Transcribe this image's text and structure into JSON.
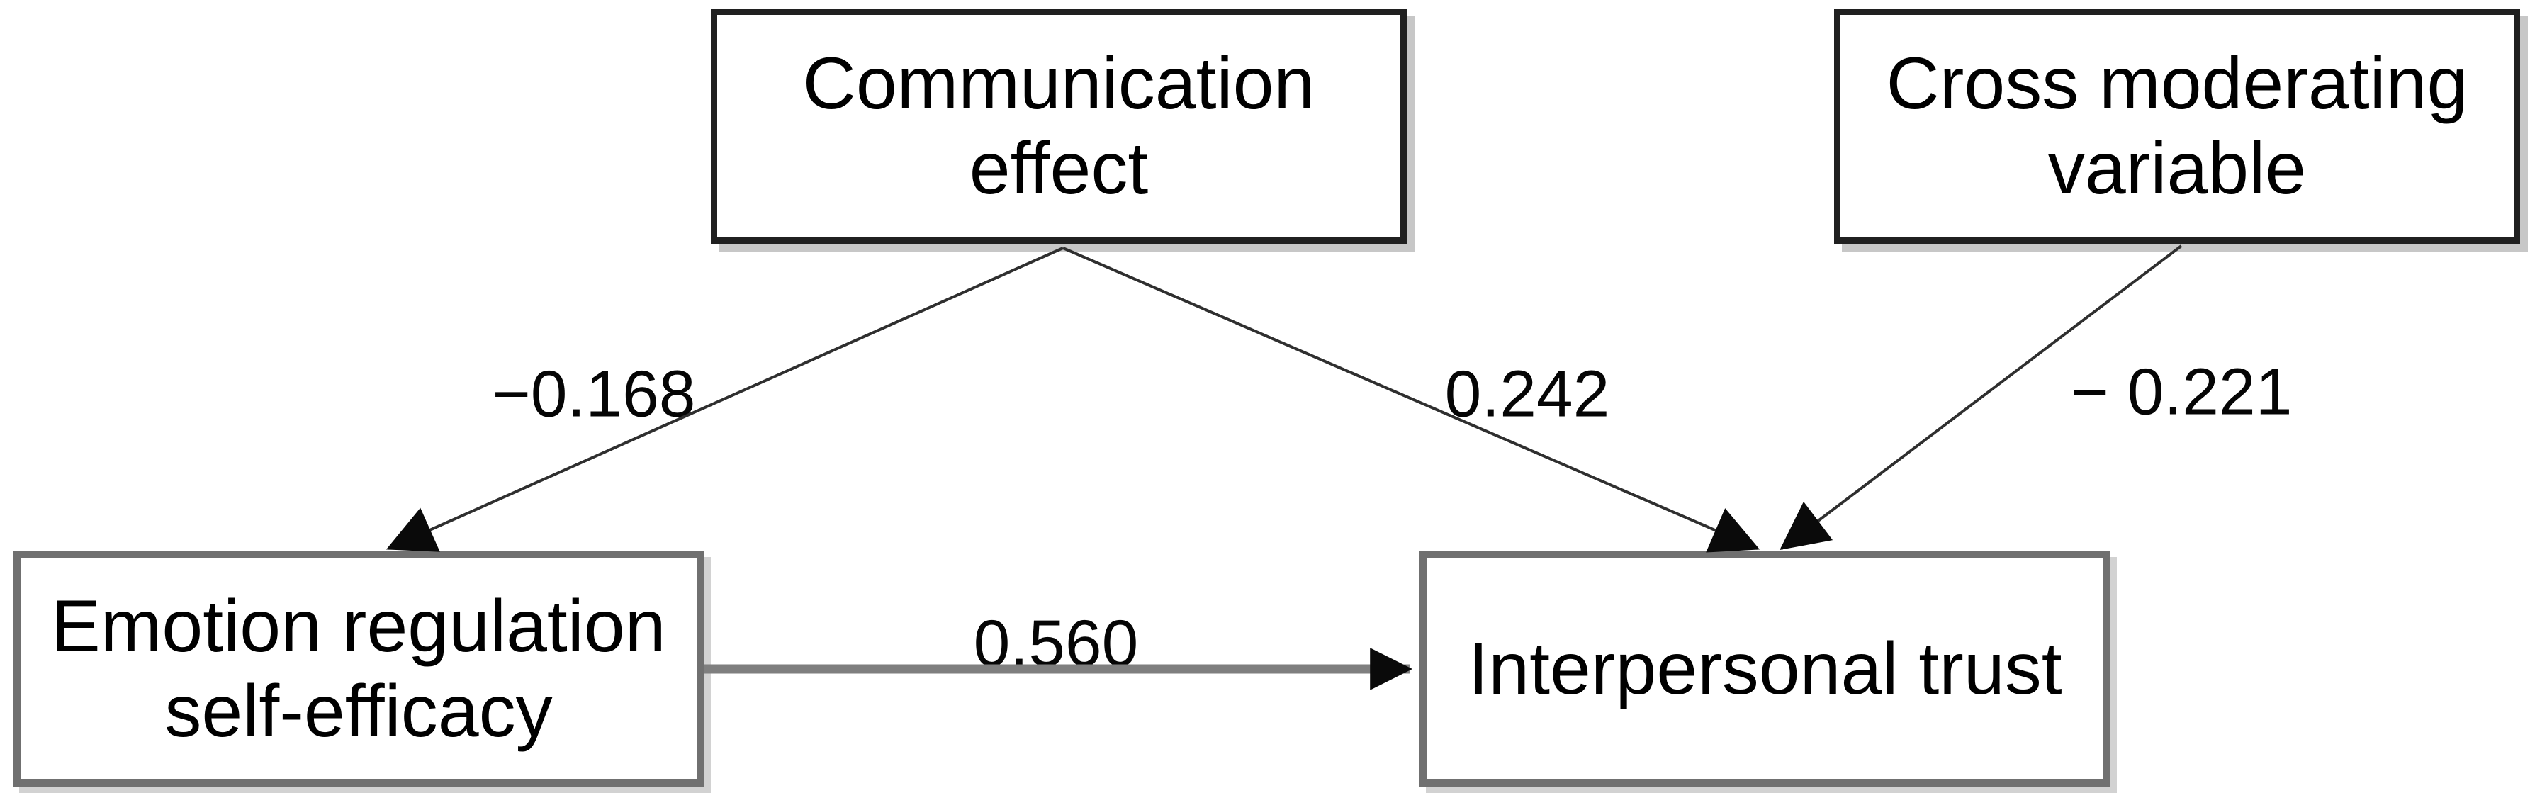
{
  "diagram": {
    "type": "path-model",
    "nodes": {
      "communication": {
        "label": "Communication effect",
        "lines": [
          "Communication",
          "effect"
        ]
      },
      "cross": {
        "label": "Cross moderating variable",
        "lines": [
          "Cross moderating",
          "variable"
        ]
      },
      "emotion": {
        "label": "Emotion regulation self-efficacy",
        "lines": [
          "Emotion regulation",
          "self-efficacy"
        ]
      },
      "trust": {
        "label": "Interpersonal trust",
        "lines": [
          "Interpersonal trust"
        ]
      }
    },
    "paths": [
      {
        "from": "Communication effect",
        "to": "Emotion regulation self-efficacy",
        "coefficient": "−0.168"
      },
      {
        "from": "Communication effect",
        "to": "Interpersonal trust",
        "coefficient": "0.242"
      },
      {
        "from": "Cross moderating variable",
        "to": "Interpersonal trust",
        "coefficient": "− 0.221"
      },
      {
        "from": "Emotion regulation self-efficacy",
        "to": "Interpersonal trust",
        "coefficient": "0.560"
      }
    ],
    "colors": {
      "background": "#ffffff",
      "box_fill": "#ffffff",
      "box_border_dark": "#202020",
      "box_border_gray": "#707070",
      "box_shadow": "#c7c7c7",
      "diagonal_line": "#2f2f2f",
      "horizontal_shaft": "#7f7f7f",
      "arrowhead": "#0a0a0a",
      "text": "#000000"
    }
  }
}
